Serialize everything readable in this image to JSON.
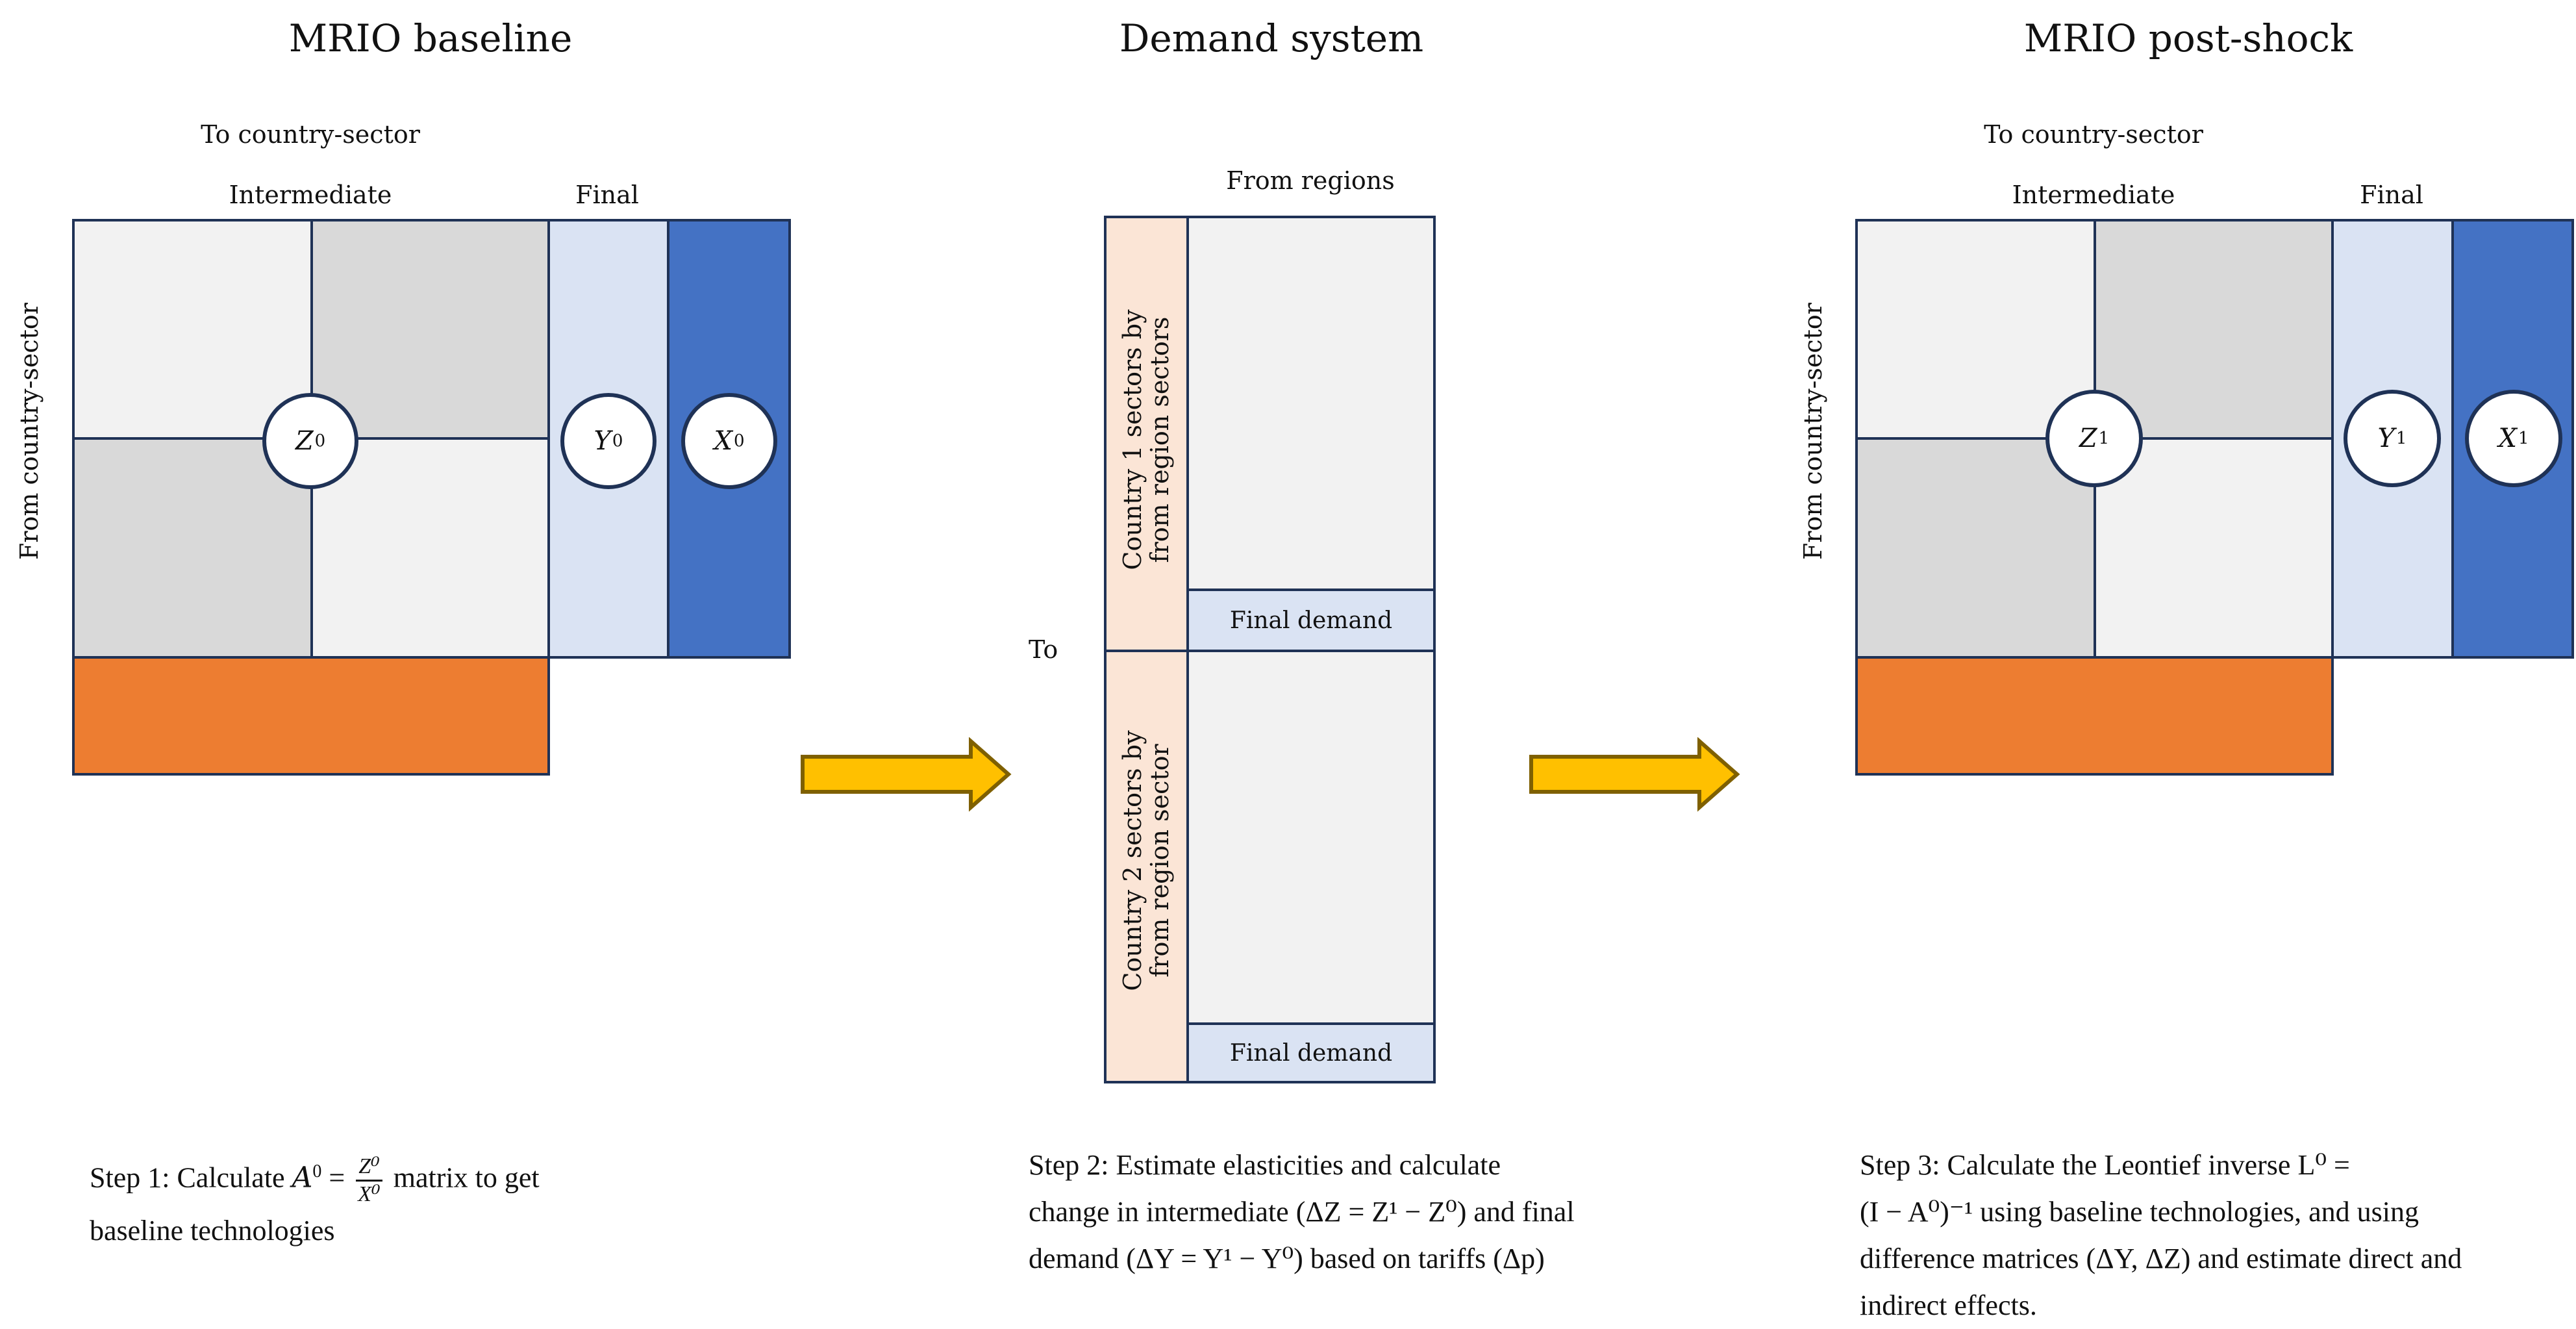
{
  "panels": {
    "baseline": {
      "title": "MRIO baseline",
      "to_label": "To country-sector",
      "from_label": "From country-sector",
      "intermediate_label": "Intermediate",
      "final_label": "Final",
      "z_symbol": "Z",
      "z_sup": "0",
      "y_symbol": "Y",
      "y_sup": "0",
      "x_symbol": "X",
      "x_sup": "0"
    },
    "demand": {
      "title": "Demand system",
      "from_label": "From regions",
      "to_label": "To",
      "country1_label_line1": "Country 1 sectors by",
      "country1_label_line2": "from region sectors",
      "country2_label_line1": "Country 2 sectors by",
      "country2_label_line2": "from region sector",
      "final_demand_1": "Final demand",
      "final_demand_2": "Final demand"
    },
    "postshock": {
      "title": "MRIO post-shock",
      "to_label": "To country-sector",
      "from_label": "From country-sector",
      "intermediate_label": "Intermediate",
      "final_label": "Final",
      "z_symbol": "Z",
      "z_sup": "1",
      "y_symbol": "Y",
      "y_sup": "1",
      "x_symbol": "X",
      "x_sup": "1"
    }
  },
  "steps": {
    "step1": {
      "prefix": "Step 1: Calculate ",
      "a_symbol": "A",
      "a_sup": "0",
      "eq": " = ",
      "frac_num": "Z⁰",
      "frac_den": "X⁰",
      "suffix": " matrix to get",
      "line2": "baseline technologies"
    },
    "step2": {
      "line1": "Step 2: Estimate elasticities and calculate",
      "line2": "change in intermediate (ΔZ = Z¹ − Z⁰) and final",
      "line3": "demand (ΔY = Y¹ − Y⁰) based on tariffs (Δp)"
    },
    "step3": {
      "line1": "Step 3: Calculate the Leontief inverse L⁰ =",
      "line2": "(I − A⁰)⁻¹ using baseline technologies, and using",
      "line3": "difference matrices (ΔY, ΔZ) and estimate direct and",
      "line4": "indirect effects."
    }
  },
  "arrows": [
    {
      "name": "arrow-baseline-to-demand",
      "icon": "right-arrow-icon"
    },
    {
      "name": "arrow-demand-to-postshock",
      "icon": "right-arrow-icon"
    }
  ],
  "colors": {
    "border": "#1f3256",
    "intermediate_light": "#f2f2f2",
    "intermediate_dark": "#d9d9d9",
    "final_demand": "#dae3f3",
    "total_output": "#4472c4",
    "value_added": "#ed7d31",
    "demand_rows": "#fbe5d6",
    "arrow_fill": "#ffc000",
    "arrow_stroke": "#7f6000"
  }
}
